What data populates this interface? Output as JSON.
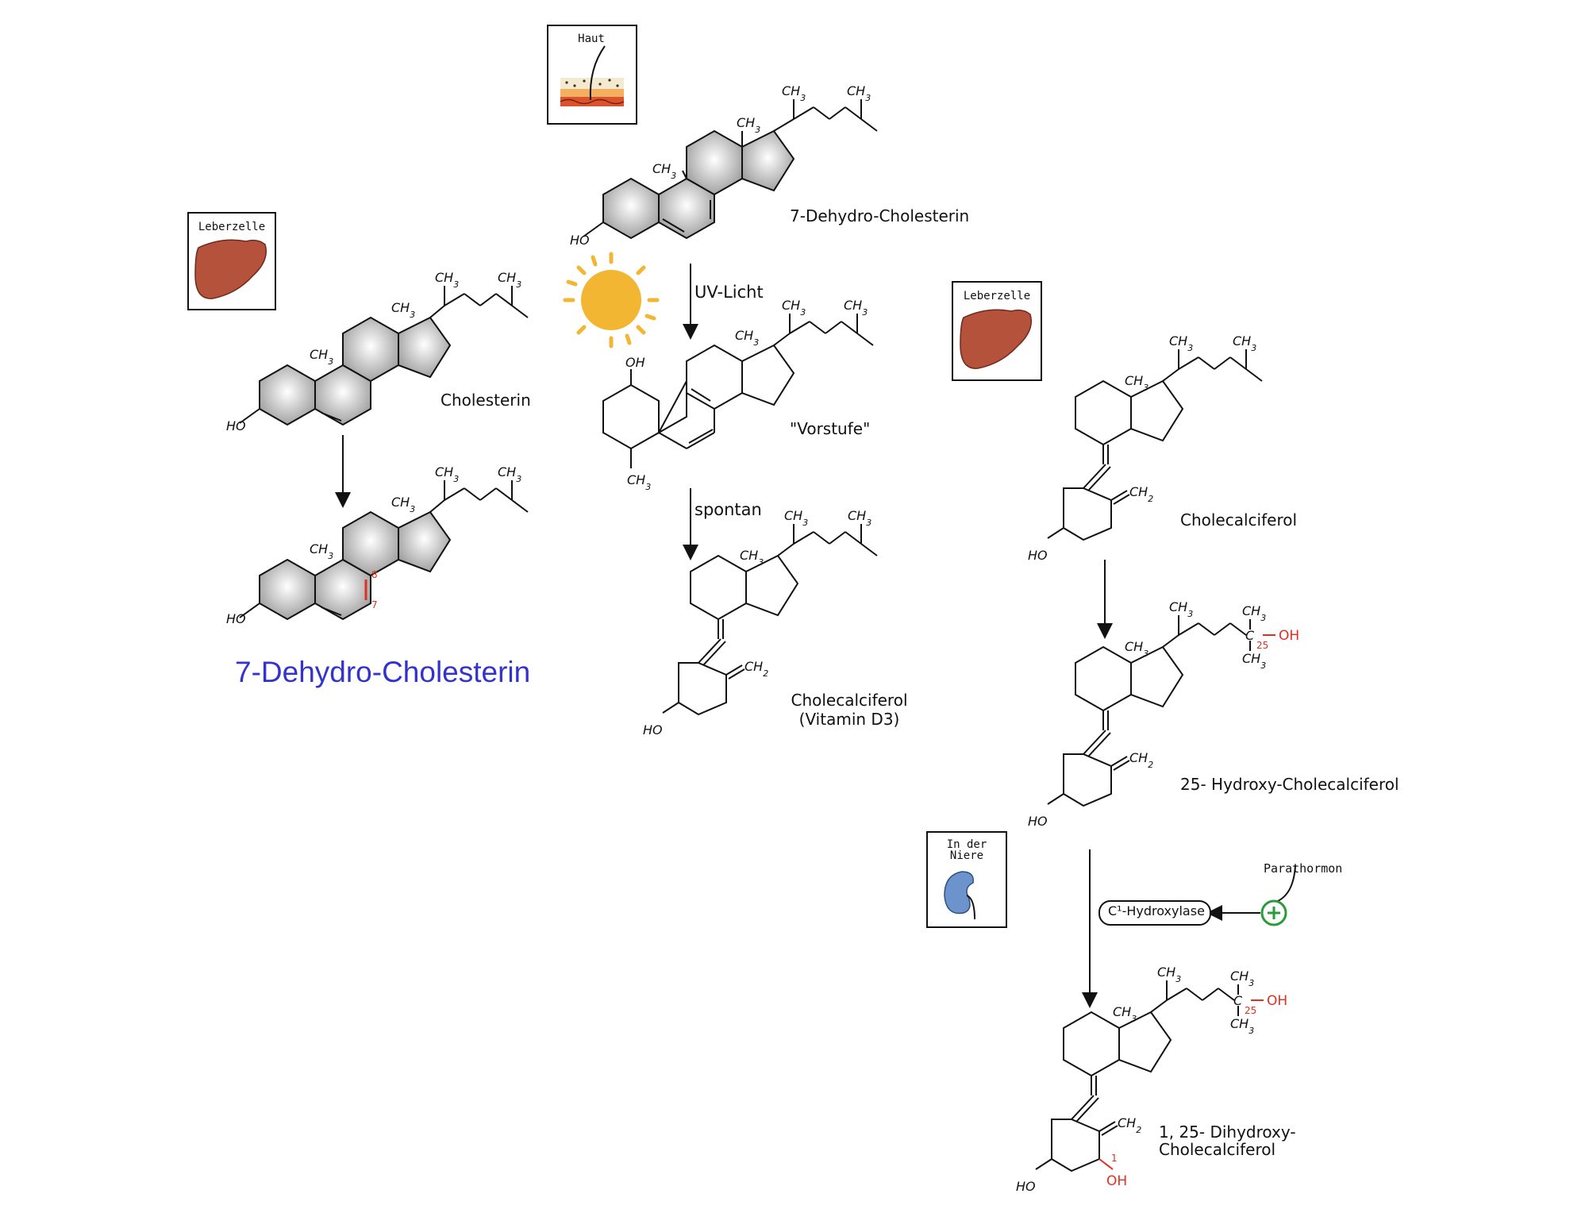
{
  "colors": {
    "accent_title": "#3333cc",
    "oh_red": "#e03020",
    "plus_green": "#2a9a3a",
    "sun": "#f2b632",
    "liver": "#b5523b",
    "kidney": "#6d93cc"
  },
  "organs": {
    "skin": "Haut",
    "liver_left": "Leberzelle",
    "liver_right": "Leberzelle",
    "kidney": "In der Niere"
  },
  "compounds": {
    "dehydro_top": "7-Dehydro-Cholesterin",
    "cholesterin": "Cholesterin",
    "vorstufe": "\"Vorstufe\"",
    "cholecalciferol_mid_1": "Cholecalciferol",
    "cholecalciferol_mid_2": "(Vitamin D3)",
    "cholecalciferol_right": "Cholecalciferol",
    "hydroxy25": "25- Hydroxy-Cholecalciferol",
    "dihydroxy_1": "1, 25- Dihydroxy-",
    "dihydroxy_2": "Cholecalciferol"
  },
  "steps": {
    "uv": "UV-Licht",
    "spontan": "spontan",
    "hydroxylase": "C¹-Hydroxylase",
    "parathormon": "Parathormon"
  },
  "title_blue": "7-Dehydro-Cholesterin",
  "chem_labels": {
    "ch3": "CH3",
    "ch2": "CH2",
    "ho": "HO",
    "oh": "OH",
    "c": "C",
    "n25": "25",
    "n1": "1",
    "n7": "7",
    "n8": "8",
    "plus": "+"
  }
}
